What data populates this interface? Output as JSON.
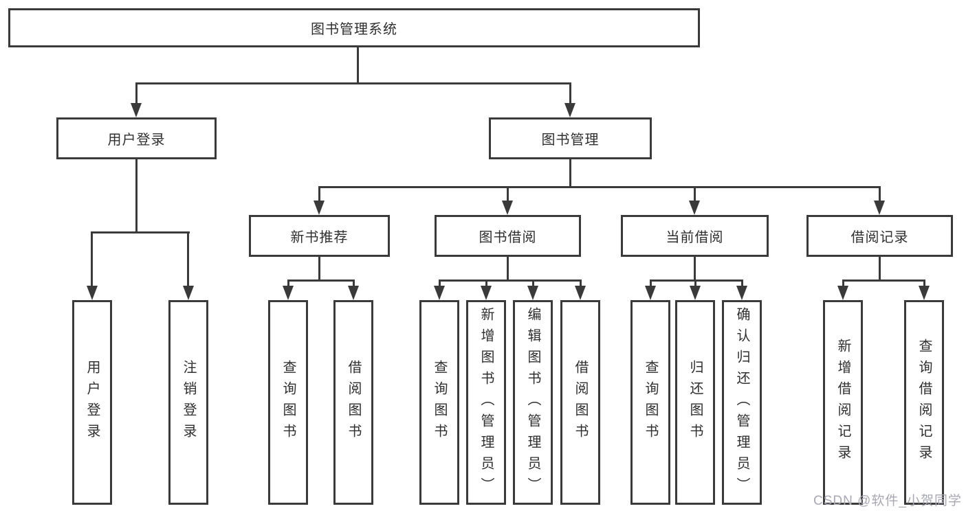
{
  "root": {
    "label": "图书管理系统"
  },
  "branches": {
    "user_login": {
      "label": "用户登录",
      "children": [
        "用户登录",
        "注销登录"
      ]
    },
    "book_mgmt": {
      "label": "图书管理"
    },
    "new_books": {
      "label": "新书推荐",
      "children": [
        "查询图书",
        "借阅图书"
      ]
    },
    "book_borrow": {
      "label": "图书借阅",
      "children": [
        "查询图书",
        "新增图书（管理员）",
        "编辑图书（管理员）",
        "借阅图书"
      ]
    },
    "current_borrow": {
      "label": "当前借阅",
      "children": [
        "查询图书",
        "归还图书",
        "确认归还（管理员）"
      ]
    },
    "borrow_records": {
      "label": "借阅记录",
      "children": [
        "新增借阅记录",
        "查询借阅记录"
      ]
    }
  },
  "watermark": "CSDN @软件_小贺同学",
  "colors": {
    "line": "#3a3a3a",
    "text": "#2f2f2f",
    "background": "#ffffff",
    "watermark": "#a8a8b4"
  }
}
